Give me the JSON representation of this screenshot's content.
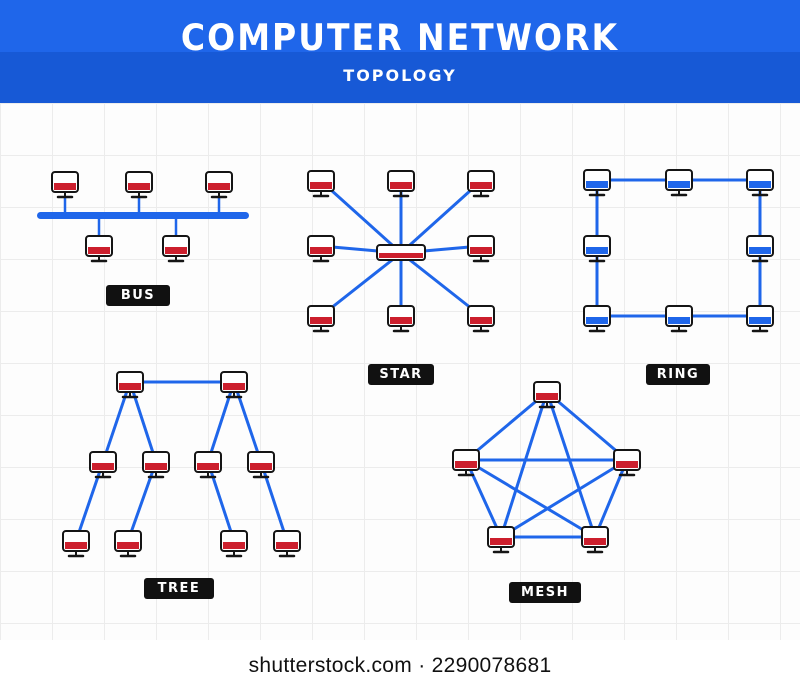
{
  "header": {
    "title": "COMPUTER NETWORK",
    "subtitle": "TOPOLOGY"
  },
  "topologies": [
    {
      "id": "bus",
      "label": "BUS",
      "node_color": "#cc1f2d"
    },
    {
      "id": "star",
      "label": "STAR",
      "node_color": "#cc1f2d"
    },
    {
      "id": "ring",
      "label": "RING",
      "node_color": "#1f66ea"
    },
    {
      "id": "tree",
      "label": "TREE",
      "node_color": "#cc1f2d"
    },
    {
      "id": "mesh",
      "label": "MESH",
      "node_color": "#cc1f2d"
    }
  ],
  "colors": {
    "header": "#1f66ea",
    "link": "#1f66ea",
    "label_bg": "#111111",
    "monitor_red": "#cc1f2d",
    "monitor_blue": "#1f66ea"
  },
  "footer": {
    "watermark": "shutterstock.com · 2290078681"
  }
}
